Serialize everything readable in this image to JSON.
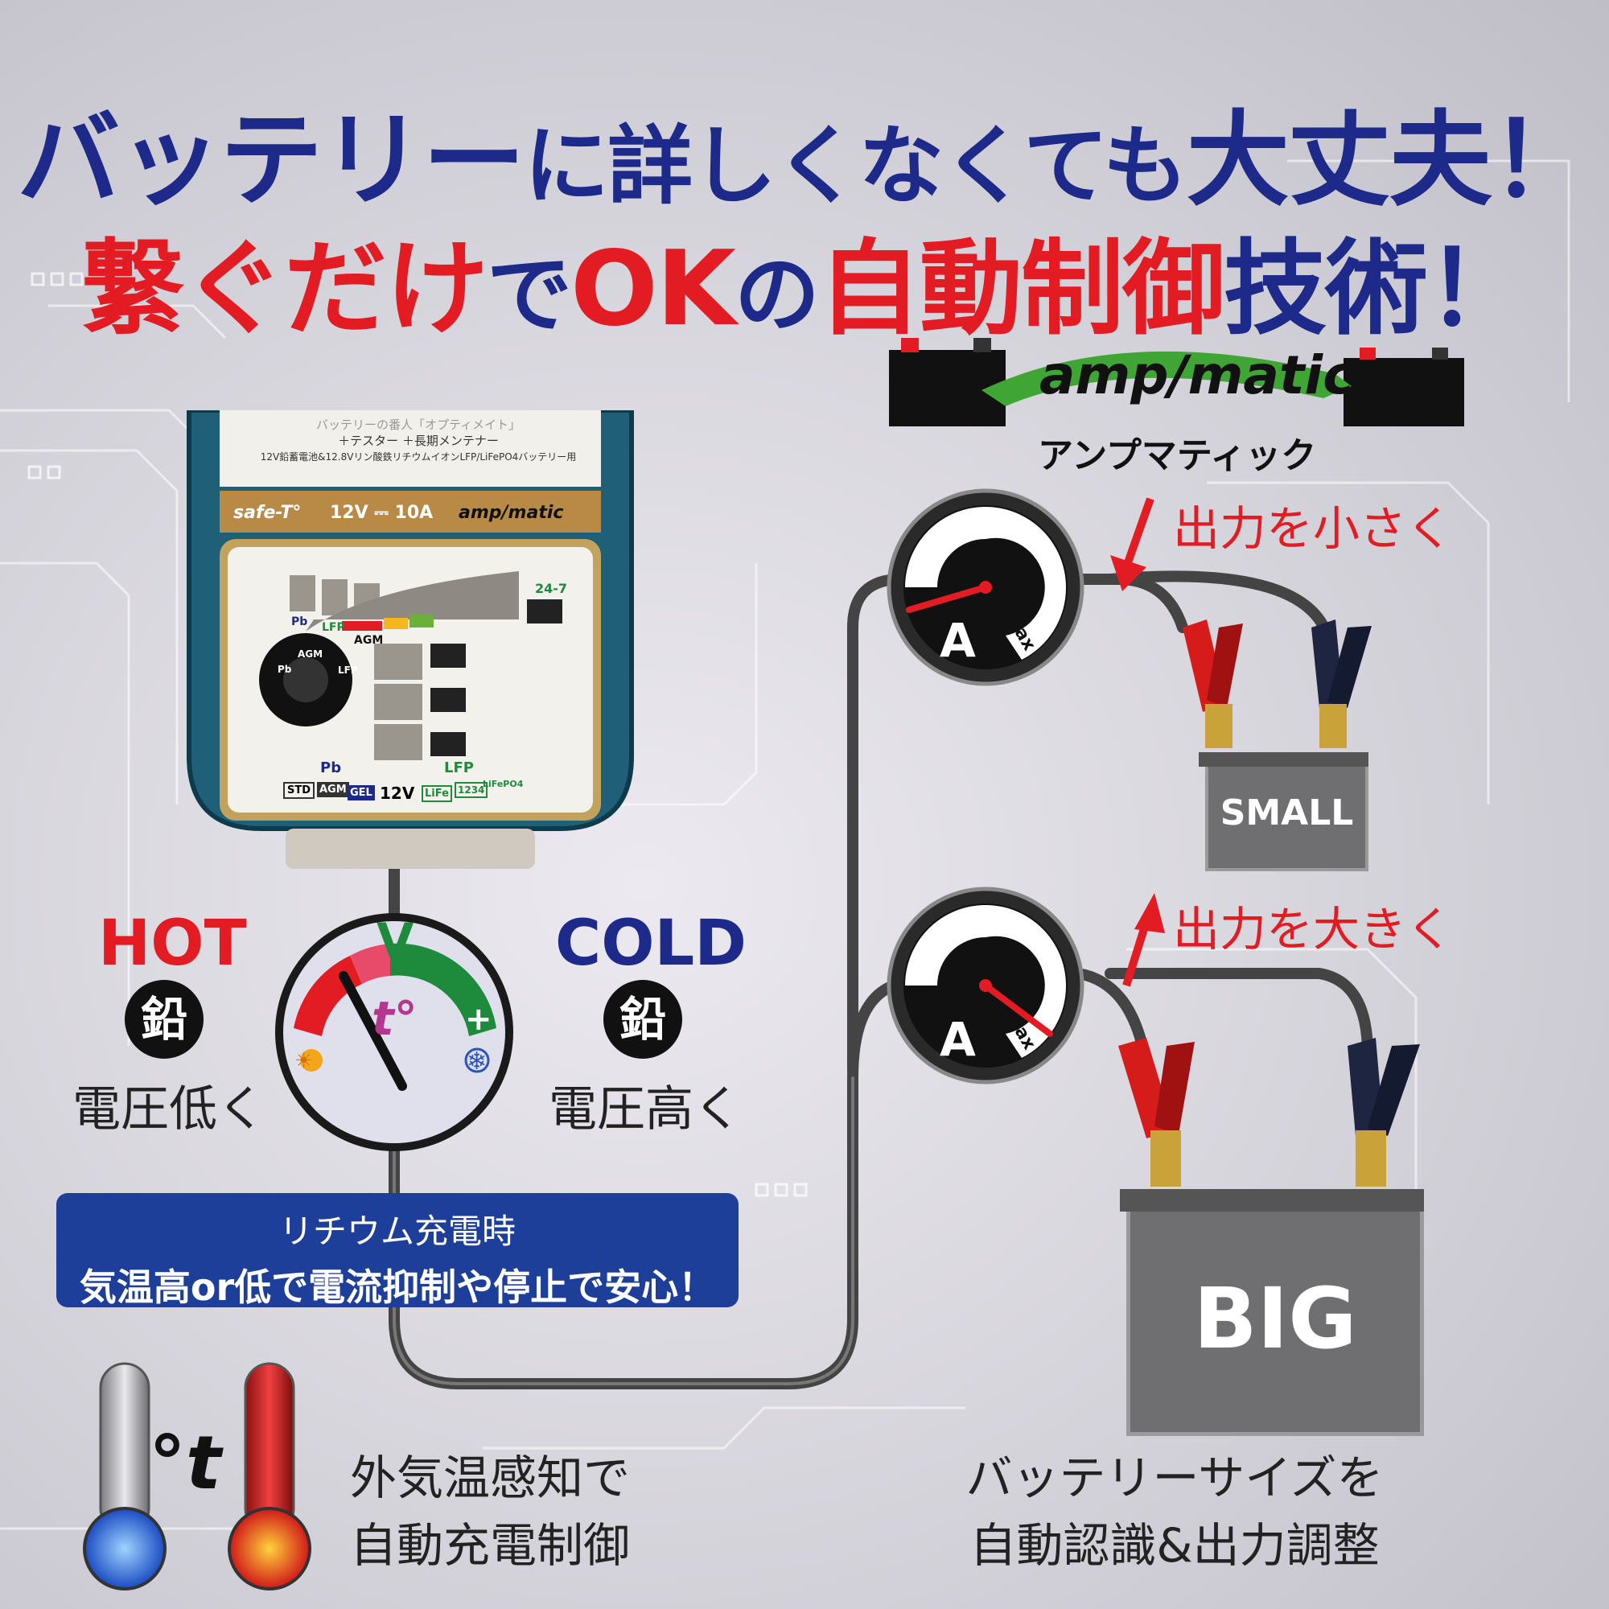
{
  "headline": {
    "line1_a": "バッテリー",
    "line1_b": "に詳しくなくても",
    "line1_c": "大丈夫！",
    "line2_a": "繋ぐだけ",
    "line2_b": "で",
    "line2_c": "OK",
    "line2_d": "の",
    "line2_e": "自動制御",
    "line2_f": "技術！"
  },
  "device": {
    "label_top_1": "バッテリーの番人「オプティメイト」",
    "label_top_2": "＋テスター ＋長期メンテナー",
    "label_top_3": "12V鉛蓄電池&12.8Vリン酸鉄リチウムイオンLFP/LiFePO4バッテリー用",
    "brand_left": "safe-T°",
    "spec": "12V ⎓ 10A",
    "brand_right": "amp/matic",
    "mode_pb": "Pb",
    "mode_lfp": "LFP",
    "mode_agm": "AGM",
    "status_247": "24-7",
    "bottom_pb": "Pb",
    "bottom_lfp": "LFP",
    "type_std": "STD",
    "type_agm": "AGM",
    "type_gel": "GEL",
    "type_12v": "12V",
    "type_life": "LiFe",
    "type_1234": "1234",
    "type_lifepo4": "LiFePO4",
    "knob_pb": "Pb",
    "knob_agm": "AGM",
    "knob_lfp": "LFP"
  },
  "temperature": {
    "gauge_letter": "V",
    "gauge_center": "t°",
    "plus": "+",
    "hot": "HOT",
    "cold": "COLD",
    "lead_left": "鉛",
    "lead_right": "鉛",
    "volt_low": "電圧低く",
    "volt_high": "電圧高く"
  },
  "lithium_box": {
    "line1": "リチウム充電時",
    "line2": "気温高or低で電流抑制や停止で安心！"
  },
  "ampmatic": {
    "logo": "amp/matic",
    "kana": "アンプマティック",
    "small_out": "出力を小さく",
    "big_out": "出力を大きく",
    "meter_letter": "A",
    "meter_max": "max",
    "small_label": "SMALL",
    "big_label": "BIG"
  },
  "captions": {
    "left_1": "外気温感知で",
    "left_2": "自動充電制御",
    "right_1": "バッテリーサイズを",
    "right_2": "自動認識&出力調整",
    "thermo_symbol": "°t"
  },
  "colors": {
    "blue": "#1d2a8a",
    "red": "#e31b23",
    "device_teal": "#1f5f78",
    "gold": "#b8893f",
    "green": "#1e8a3c"
  }
}
